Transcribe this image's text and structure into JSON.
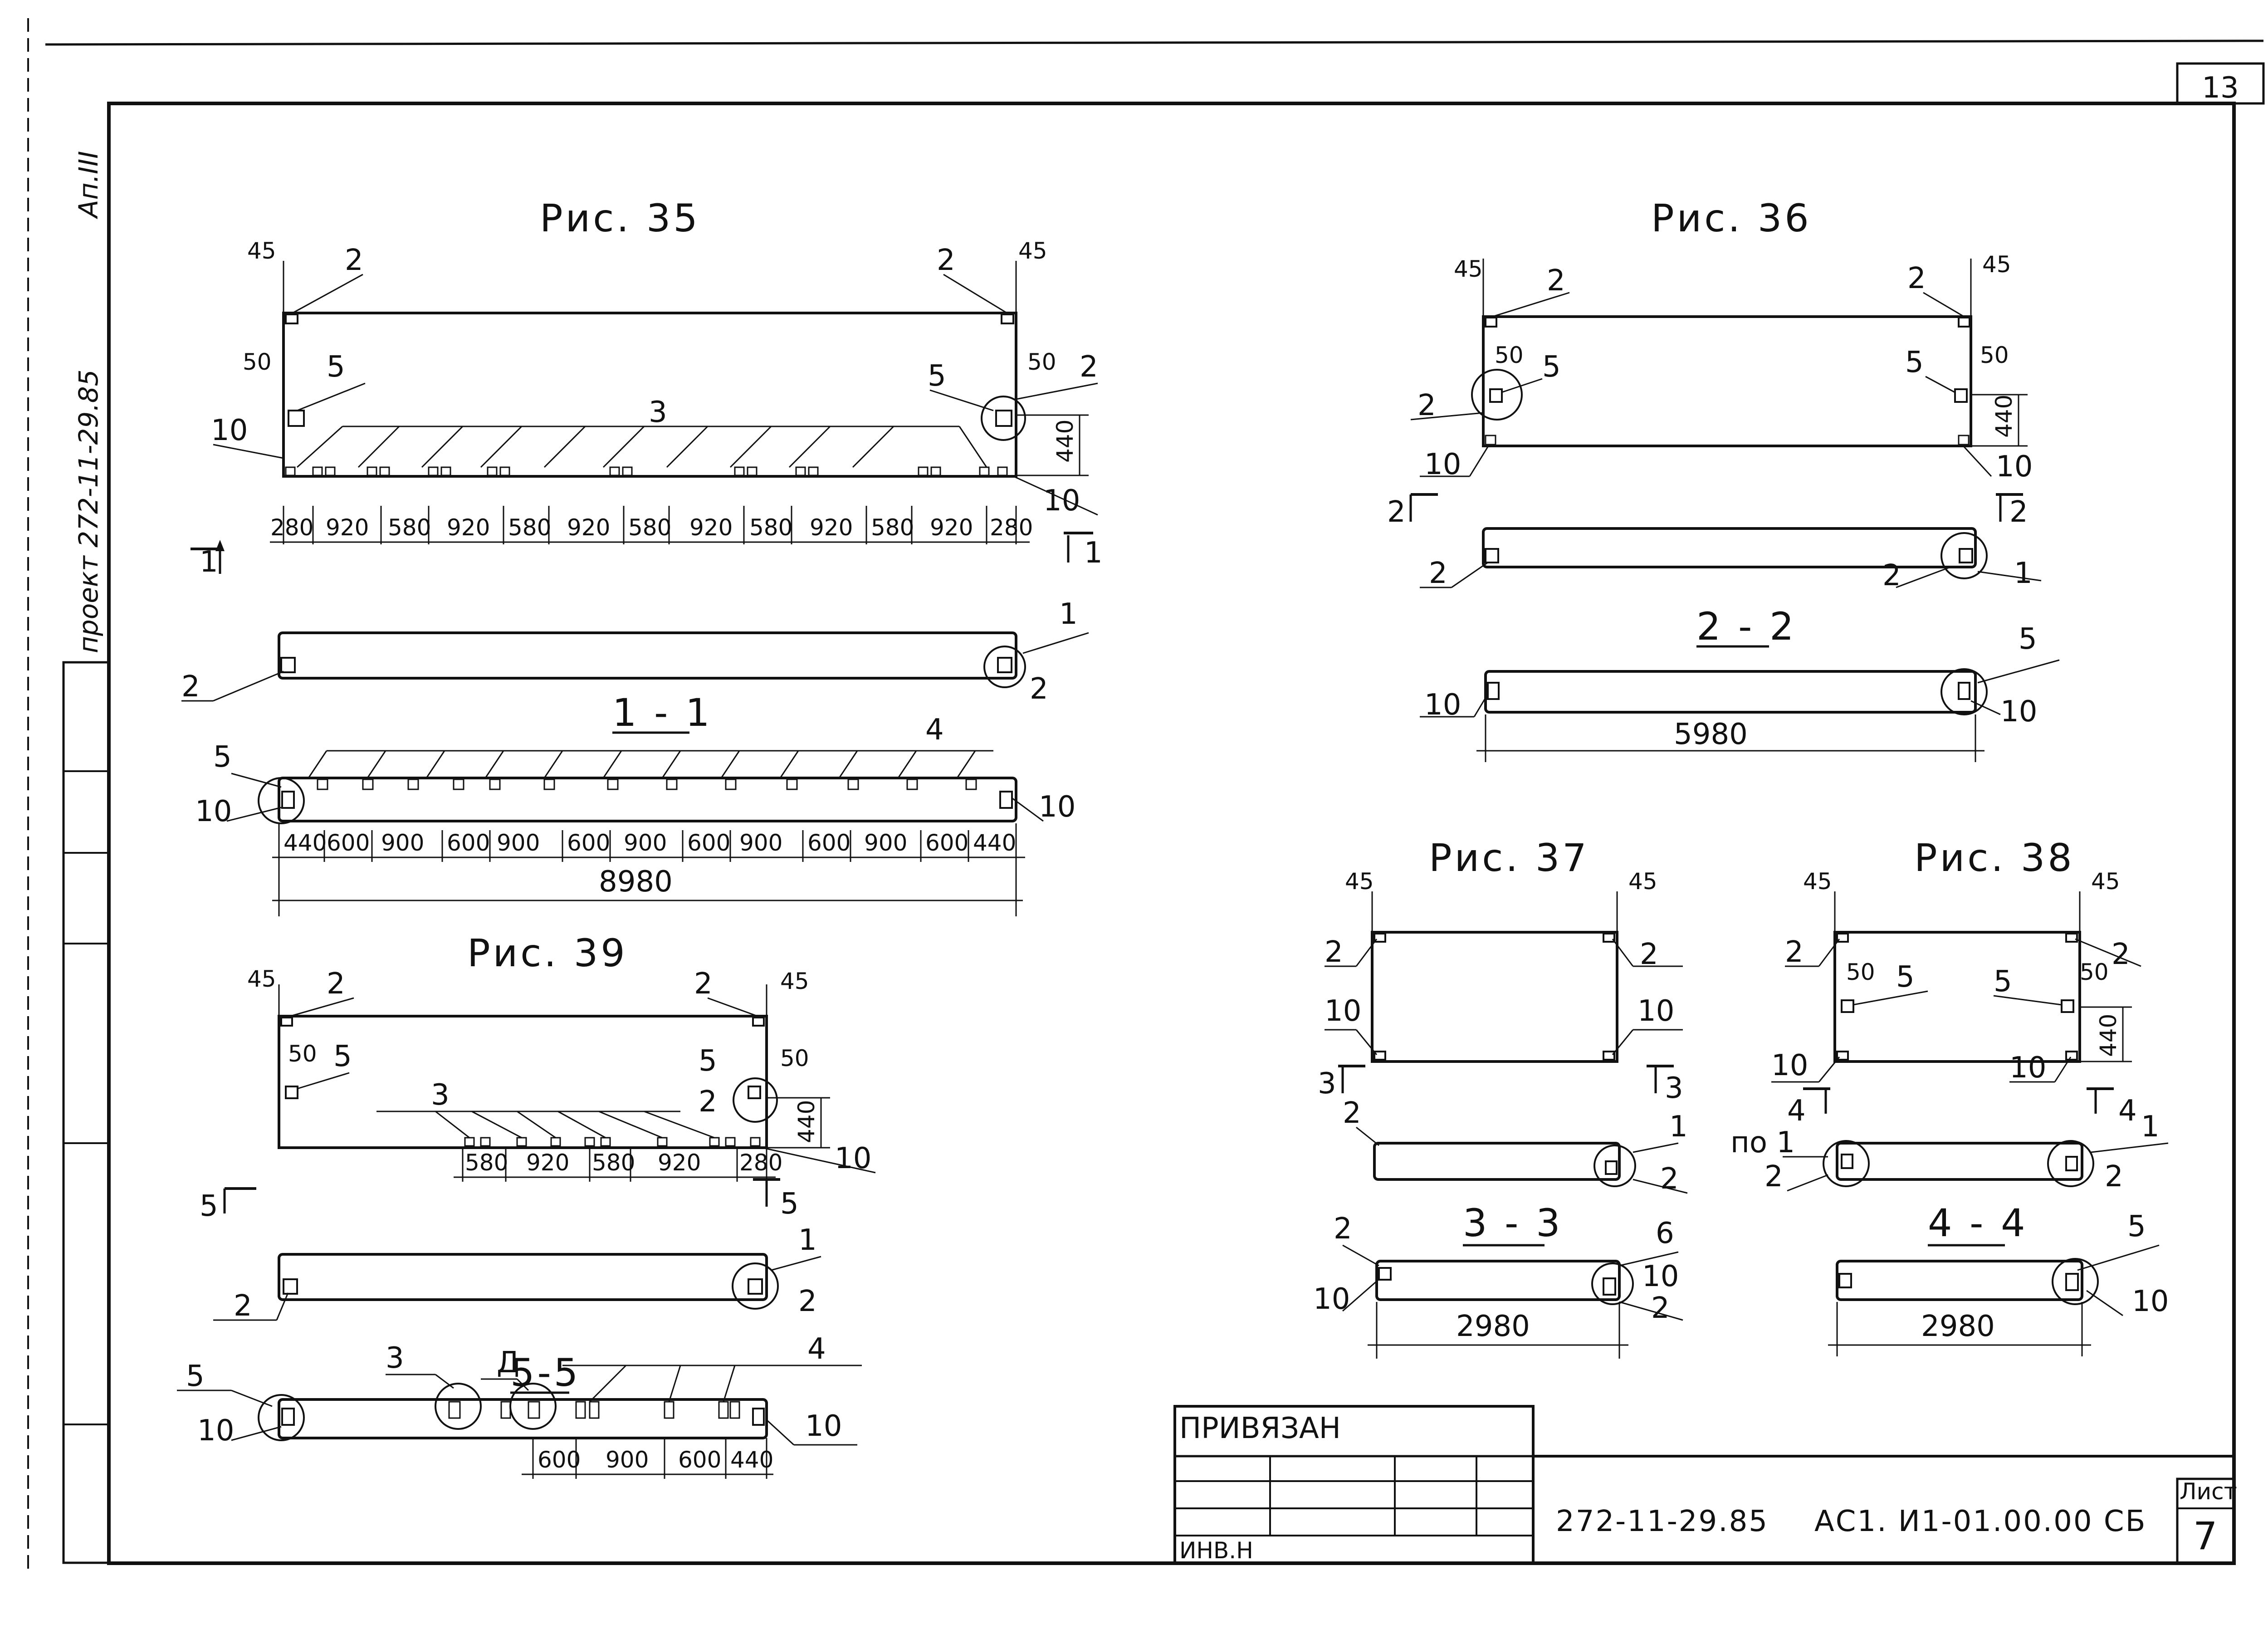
{
  "corner": {
    "page_number": "13"
  },
  "side_stamp": {
    "project": "проект 272-11-29.85",
    "appendix": "Ап.III"
  },
  "fig35": {
    "title": "Рис. 35",
    "labels": {
      "mark_2": "2",
      "mark_5": "5",
      "mark_10": "10",
      "mark_3": "3",
      "mark_1": "1",
      "mark_4": "4"
    },
    "dims": {
      "edge": "45",
      "offset": "50",
      "height": "440"
    },
    "plan_dims": [
      "280",
      "920",
      "580",
      "920",
      "580",
      "920",
      "580",
      "920",
      "580",
      "920",
      "580",
      "920",
      "280"
    ],
    "section_marker": "1",
    "section_title": "1 - 1",
    "section_dims": [
      "440",
      "600",
      "900",
      "600",
      "900",
      "600",
      "900",
      "600",
      "900",
      "600",
      "900",
      "600",
      "440"
    ],
    "total": "8980"
  },
  "fig36": {
    "title": "Рис. 36",
    "labels": {
      "mark_2": "2",
      "mark_5": "5",
      "mark_10": "10",
      "mark_1": "1"
    },
    "dims": {
      "edge": "45",
      "offset": "50",
      "height": "440"
    },
    "section_marker": "2",
    "section_title": "2 - 2",
    "total": "5980"
  },
  "fig37": {
    "title": "Рис. 37",
    "labels": {
      "mark_2": "2",
      "mark_10": "10",
      "mark_1": "1",
      "mark_6": "6"
    },
    "dims": {
      "edge": "45"
    },
    "section_marker": "3",
    "section_title": "3 - 3",
    "total": "2980"
  },
  "fig38": {
    "title": "Рис. 38",
    "labels": {
      "mark_2": "2",
      "mark_5": "5",
      "mark_10": "10",
      "mark_1": "1",
      "po": "по 1"
    },
    "dims": {
      "edge": "45",
      "offset": "50",
      "height": "440"
    },
    "section_marker": "4",
    "section_title": "4 - 4",
    "total": "2980"
  },
  "fig39": {
    "title": "Рис. 39",
    "labels": {
      "mark_2": "2",
      "mark_5": "5",
      "mark_10": "10",
      "mark_3": "3",
      "mark_1": "1",
      "mark_4": "4",
      "mark_d": "Д"
    },
    "dims": {
      "edge": "45",
      "offset": "50",
      "height": "440"
    },
    "plan_dims": [
      "580",
      "920",
      "580",
      "920",
      "280"
    ],
    "section_marker": "5",
    "section_title": "5-5",
    "section_dims": [
      "600",
      "900",
      "600",
      "440"
    ]
  },
  "title_block": {
    "privyazan": "ПРИВЯЗАН",
    "inv": "ИНВ.Н",
    "doc_code": "272-11-29.85",
    "drawing_code": "АС1. И1-01.00.00 СБ",
    "sheet_label": "Лист",
    "sheet_no": "7"
  }
}
